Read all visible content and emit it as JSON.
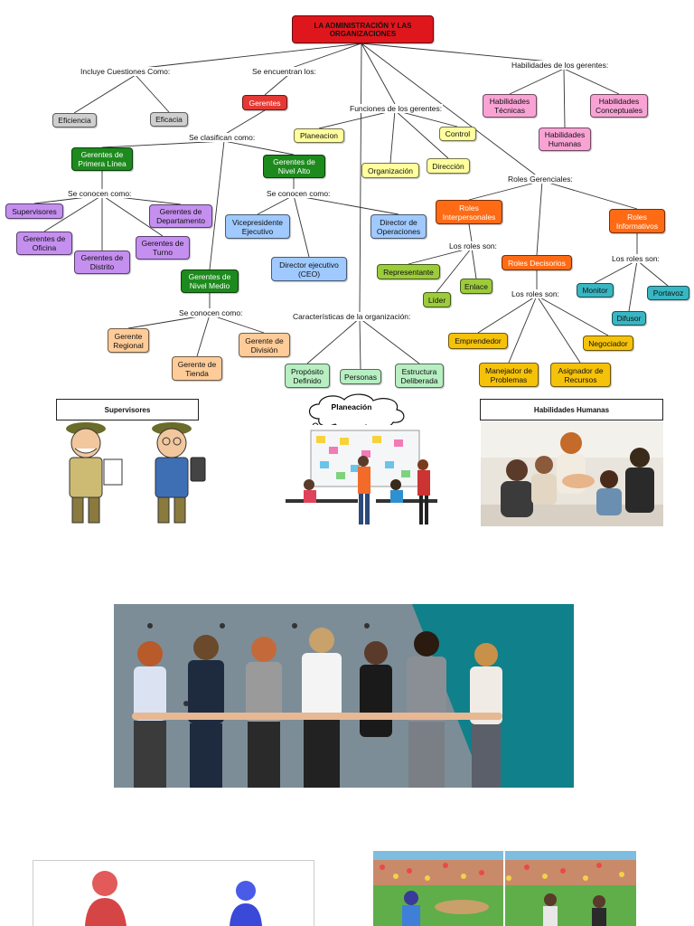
{
  "colors": {
    "title": "#e0161d",
    "gray": "#cfcfcf",
    "red": "#e53935",
    "yellow": "#ffff9e",
    "pink": "#f9a3d5",
    "green_dark": "#1d8a1d",
    "purple": "#c58ff0",
    "blue": "#9fc9ff",
    "lime": "#9ccc3a",
    "orange": "#ff6a14",
    "peach": "#ffcc99",
    "mint": "#b7efc2",
    "teal": "#38b6c2",
    "gold": "#f5c20a"
  },
  "map": {
    "title": "LA ADMINISTRACIÓN Y LAS\nORGANIZACIONES",
    "labels": {
      "incluye": "Incluye Cuestiones Como:",
      "se_encuentran": "Se encuentran los:",
      "funciones": "Funciones de los gerentes:",
      "habilidades": "Habilidades de los gerentes:",
      "se_clasifican": "Se clasifican como:",
      "se_conocen_1": "Se conocen como:",
      "se_conocen_2": "Se conocen como:",
      "se_conocen_3": "Se conocen como:",
      "roles_gerenciales": "Roles Gerenciales:",
      "roles_son_1": "Los roles son:",
      "roles_son_2": "Los roles son:",
      "roles_son_3": "Los roles son:",
      "caracteristicas": "Características de la organización:"
    },
    "nodes": {
      "eficiencia": "Eficiencia",
      "eficacia": "Eficacia",
      "gerentes": "Gerentes",
      "planeacion": "Planeacion",
      "control": "Control",
      "organizacion": "Organización",
      "direccion": "Dirección",
      "hab_tecnicas": "Habilidades\nTécnicas",
      "hab_conceptuales": "Habilidades\nConceptuales",
      "hab_humanas": "Habilidades\nHumanas",
      "primera_linea": "Gerentes de\nPrimera Línea",
      "nivel_alto": "Gerentes de\nNivel Alto",
      "supervisores": "Supervisores",
      "gerentes_departamento": "Gerentes de\nDepartamento",
      "gerentes_oficina": "Gerentes de\nOficina",
      "gerentes_distrito": "Gerentes de\nDistrito",
      "gerentes_turno": "Gerentes de\nTurno",
      "vicepresidente": "Vicepresidente\nEjecutivo",
      "director_operaciones": "Director de\nOperaciones",
      "director_ceo": "Director ejecutivo\n(CEO)",
      "nivel_medio": "Gerentes de\nNivel Medio",
      "gerente_regional": "Gerente\nRegional",
      "gerente_tienda": "Gerente de\nTienda",
      "gerente_division": "Gerente de\nDivisión",
      "roles_interpersonales": "Roles\nInterpersonales",
      "roles_informativos": "Roles\nInformativos",
      "roles_decisorios": "Roles Decisorios",
      "representante": "Representante",
      "enlace": "Enlace",
      "lider": "Líder",
      "monitor": "Monitor",
      "portavoz": "Portavoz",
      "difusor": "Difusor",
      "emprendedor": "Emprendedor",
      "negociador": "Negociador",
      "manejador": "Manejador de\nProblemas",
      "asignador": "Asignador de\nRecursos",
      "proposito": "Propósito\nDefinido",
      "personas": "Personas",
      "estructura": "Estructura\nDeliberada"
    }
  },
  "panels": {
    "supervisores": "Supervisores",
    "planeacion": "Planeación",
    "habilidades_humanas": "Habilidades Humanas"
  }
}
